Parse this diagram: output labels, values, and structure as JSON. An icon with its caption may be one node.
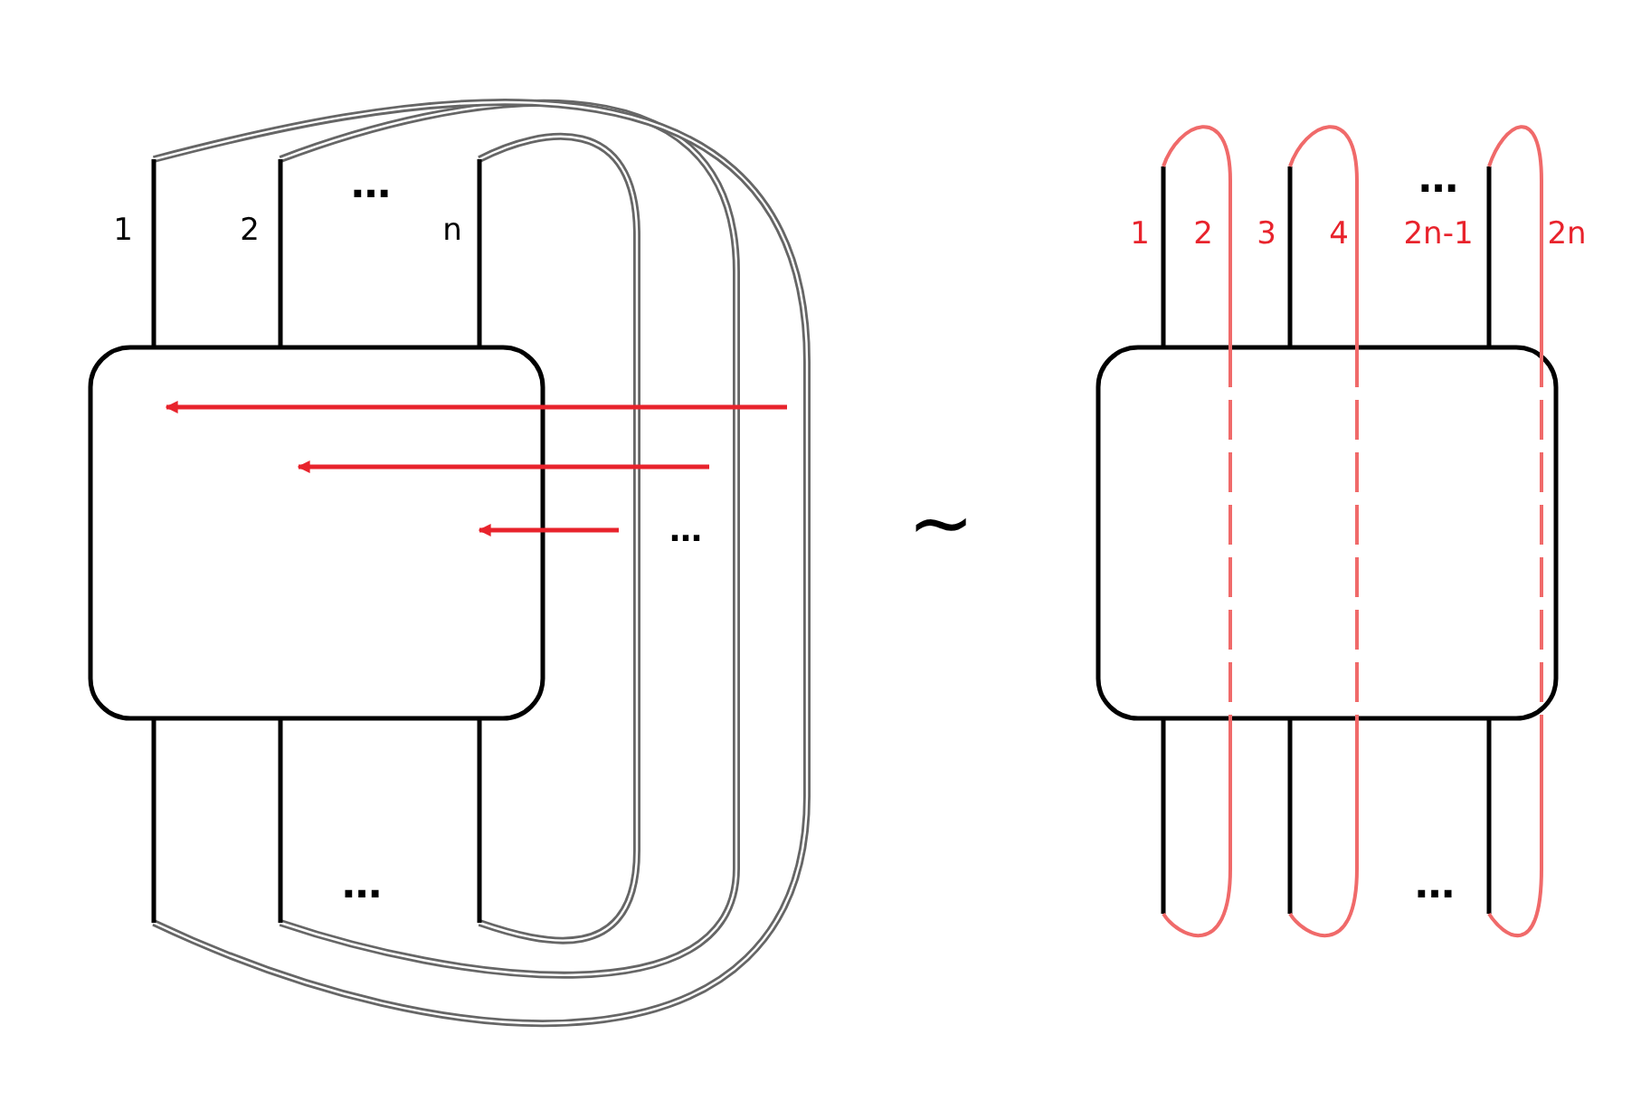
{
  "diagram": {
    "nodes": [
      {
        "text": [],
        "shape": "box"
      },
      {
        "text": [],
        "shape": "box"
      }
    ],
    "labels": [
      "1",
      "2",
      "…",
      "n",
      "…",
      "…",
      "∼",
      "1",
      "2",
      "3",
      "4",
      "…",
      "2n-1",
      "2n",
      "…"
    ]
  }
}
